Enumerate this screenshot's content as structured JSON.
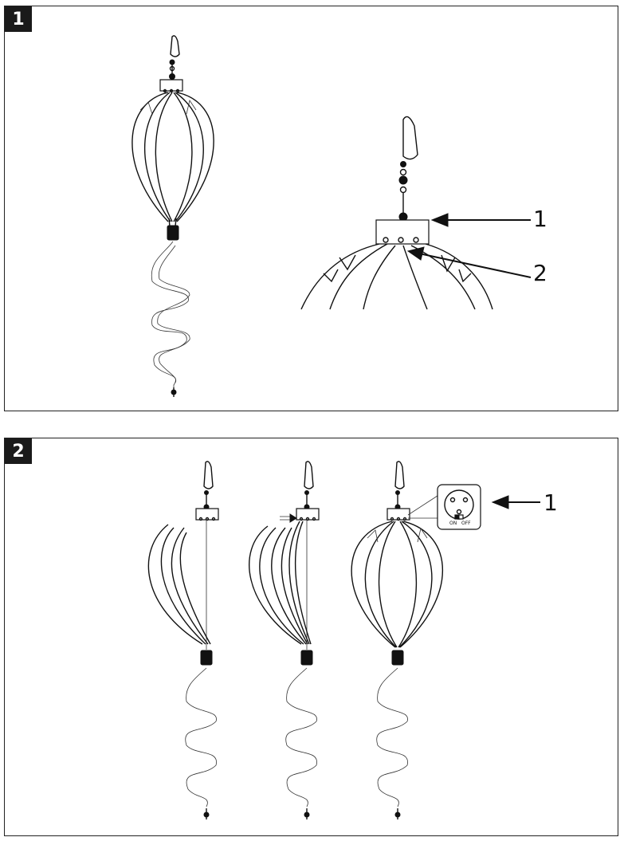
{
  "panels": [
    {
      "number": "1",
      "callouts": [
        "1",
        "2"
      ]
    },
    {
      "number": "2",
      "callouts": [
        "1"
      ],
      "switch_labels": {
        "on": "ON",
        "off": "OFF"
      }
    }
  ]
}
